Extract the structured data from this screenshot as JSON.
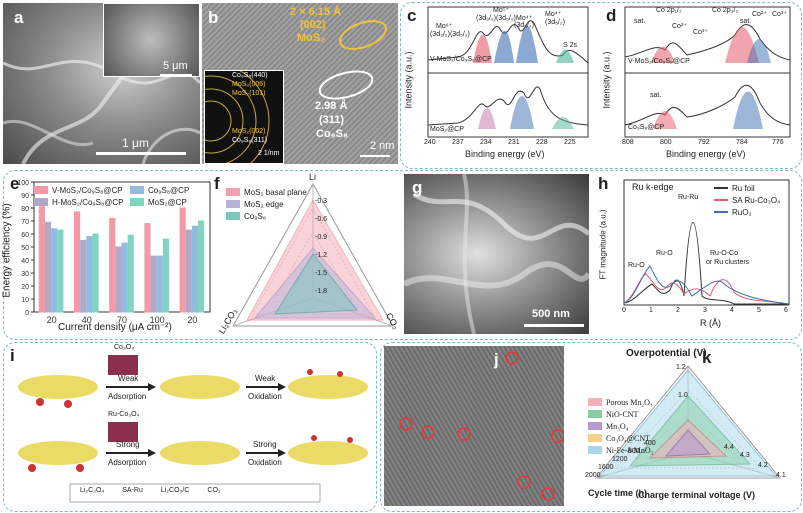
{
  "panels": {
    "a": {
      "label": "a",
      "inset_scale": "5 μm",
      "scale": "1 μm"
    },
    "b": {
      "label": "b",
      "lattice_top": "2 × 6.15 Å",
      "plane_top": "(002)",
      "mat_top": "MoS₂",
      "lattice_bottom": "2.98 Å",
      "plane_bottom": "(311)",
      "mat_bottom": "Co₉S₈",
      "scale": "2 nm",
      "saed_scale": "2 1/nm",
      "saed_rings": [
        "Co₉S₈(440)",
        "MoS₂(006)",
        "MoS₂(101)",
        "MoS₂(002)",
        "Co₉S₈(311)"
      ]
    },
    "c": {
      "label": "c",
      "ylabel": "Intensity (a.u.)",
      "xlabel": "Binding energy (eV)",
      "xticks": [
        "240",
        "237",
        "234",
        "231",
        "228",
        "225"
      ],
      "top_sample": "V-MoS₂/Co₉S₈@CP",
      "bottom_sample": "MoS₂@CP",
      "peaks": [
        "Mo⁶⁺",
        "(3d₃/₂)(3d₅/₂)",
        "Mo⁵⁺",
        "(3d₃/₂)(3d₅/₂)",
        "Mo⁴⁺",
        "(3d₃/₂)",
        "Mo⁴⁺",
        "(3d₅/₂)",
        "S 2s"
      ]
    },
    "d": {
      "label": "d",
      "ylabel": "Intensity (a.u.)",
      "xlabel": "Binding energy (eV)",
      "xticks": [
        "808",
        "800",
        "792",
        "784",
        "776"
      ],
      "top_sample": "V-MoS₂/Co₉S₈@CP",
      "bottom_sample": "Co₉S₈@CP",
      "peaks": [
        "sat.",
        "Co 2p₁/₂",
        "Co 2p₃/₂",
        "Co²⁺",
        "Co³⁺",
        "Co²⁺",
        "Co³⁺",
        "sat.",
        "sat."
      ]
    },
    "e": {
      "label": "e",
      "ylabel": "Energy efficiency (%)",
      "xlabel": "Current density (μA cm⁻²)"
    },
    "f": {
      "label": "f",
      "axis_top": "Li",
      "axis_right": "CO₂",
      "axis_left": "Li₂CO₃",
      "legend": [
        "MoS₂ basal plane",
        "MoS₂ edge",
        "Co₉S₈"
      ],
      "ticks": [
        "-0.3",
        "-0.6",
        "-0.9",
        "-1.2",
        "-1.5",
        "-1.8"
      ]
    },
    "g": {
      "label": "g",
      "scale": "500 nm"
    },
    "h": {
      "label": "h",
      "title": "Ru k-edge",
      "ylabel": "FT magnitude (a.u.)",
      "xlabel": "R (Å)",
      "legend": [
        "Ru foil",
        "SA Ru-Co₃O₄",
        "RuO₂"
      ],
      "annotations": [
        "Ru-Ru",
        "Ru-O",
        "Ru-O",
        "Ru-O-Co",
        "or Ru clusters"
      ],
      "xticks": [
        "0",
        "1",
        "2",
        "3",
        "4",
        "5",
        "6"
      ]
    },
    "i": {
      "label": "i",
      "top_catalyst": "Co₃O₄",
      "bottom_catalyst": "Ru-Co₃O₄",
      "top_step1": "Weak",
      "top_step1b": "Adsorption",
      "top_step2": "Weak",
      "top_step2b": "Oxidation",
      "bottom_step1": "Strong",
      "bottom_step1b": "Adsorption",
      "bottom_step2": "Strong",
      "bottom_step2b": "Oxidation",
      "legend": [
        "Li₂C₂O₄",
        "SA-Ru",
        "Li₂CO₃/C",
        "CO₂"
      ]
    },
    "j": {
      "label": "j"
    },
    "k": {
      "label": "k",
      "axis_top": "Overpotential (V)",
      "axis_left": "Cycle time (h)",
      "axis_right": "Charge terminal voltage (V)",
      "legend": [
        "Porous Mn₂O₃",
        "NiO-CNT",
        "Mn₃O₄",
        "Co₃O₄@CNT",
        "Ni-Fe-δ-MnO₂"
      ],
      "ticks_top": [
        "1.2",
        "1.0"
      ],
      "ticks_left": [
        "2000",
        "1600",
        "1200",
        "800",
        "400"
      ],
      "ticks_right": [
        "4.1",
        "4.2",
        "4.3",
        "4.4"
      ]
    }
  },
  "chart_data": [
    {
      "type": "bar",
      "title": "",
      "xlabel": "Current density (μA cm⁻²)",
      "ylabel": "Energy efficiency (%)",
      "categories": [
        "20",
        "40",
        "70",
        "100",
        "20"
      ],
      "ylim": [
        0,
        100
      ],
      "yticks": [
        "0",
        "10",
        "20",
        "30",
        "40",
        "50",
        "60",
        "70",
        "80",
        "90",
        "100"
      ],
      "series": [
        {
          "name": "V-MoS₂/Co₉S₈@CP",
          "values": [
            81,
            77,
            72,
            68,
            80
          ]
        },
        {
          "name": "H-MoS₂/Co₉S₈@CP",
          "values": [
            69,
            55,
            50,
            43,
            63
          ]
        },
        {
          "name": "Co₉S₈@CP",
          "values": [
            64,
            58,
            53,
            43,
            66
          ]
        },
        {
          "name": "MoS₂@CP",
          "values": [
            63,
            60,
            59,
            56,
            70
          ]
        }
      ],
      "colors": {
        "V-MoS₂/Co₉S₈@CP": "#f39aa7",
        "H-MoS₂/Co₉S₈@CP": "#b0a8c8",
        "Co₉S₈@CP": "#8ebde0",
        "MoS₂@CP": "#82d4c0"
      }
    }
  ]
}
